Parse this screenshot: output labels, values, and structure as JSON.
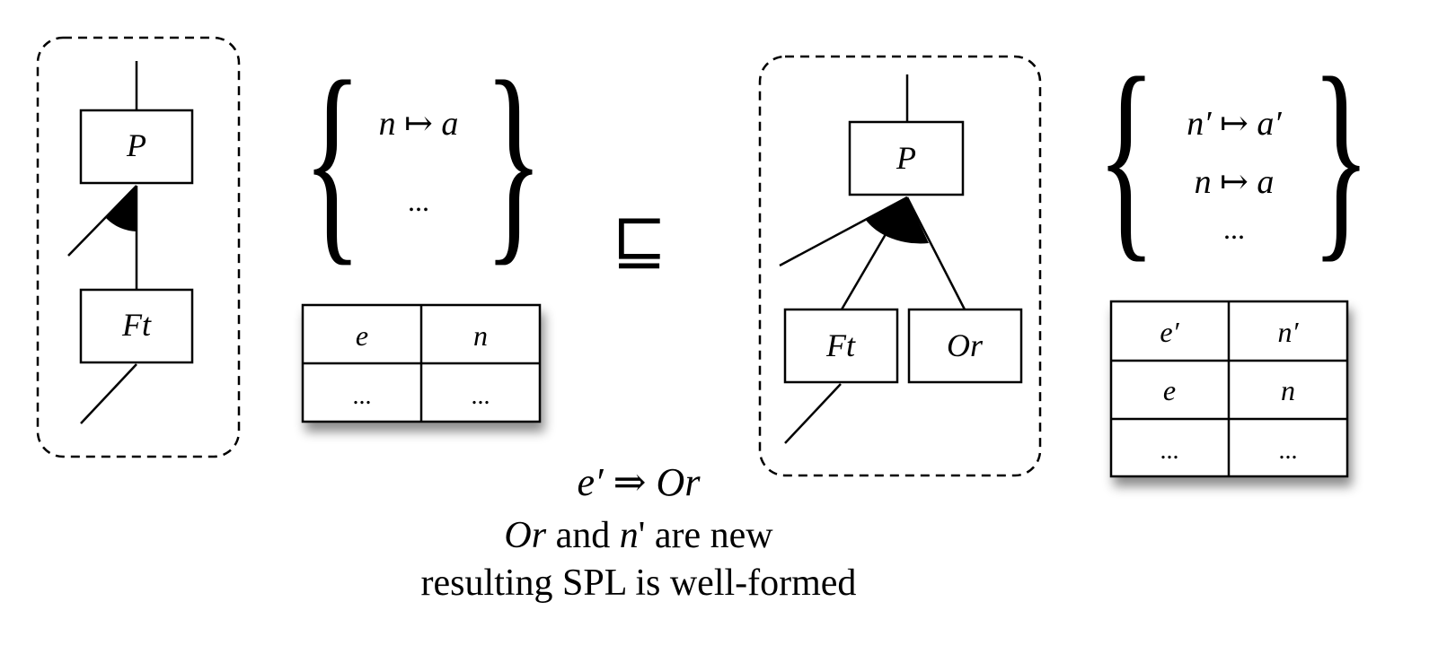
{
  "left": {
    "feature_top": "P",
    "feature_bottom": "Ft",
    "mapping": [
      "n ↦ a",
      "..."
    ],
    "table": {
      "rows": [
        [
          "e",
          "n"
        ],
        [
          "...",
          "..."
        ]
      ]
    }
  },
  "relation": "⊑",
  "right": {
    "feature_top": "P",
    "children": [
      "Ft",
      "Or"
    ],
    "mapping": [
      "n′ ↦ a′",
      "n ↦ a",
      "..."
    ],
    "table": {
      "rows": [
        [
          "e′",
          "n′"
        ],
        [
          "e",
          "n"
        ],
        [
          "...",
          "..."
        ]
      ]
    }
  },
  "caption": {
    "line1": "e′ ⇒ Or",
    "line2_italic": "Or",
    "line2_mid": " and ",
    "line2_italic2": "n",
    "line2_rest": "' are new",
    "line3": "resulting SPL is well-formed"
  }
}
